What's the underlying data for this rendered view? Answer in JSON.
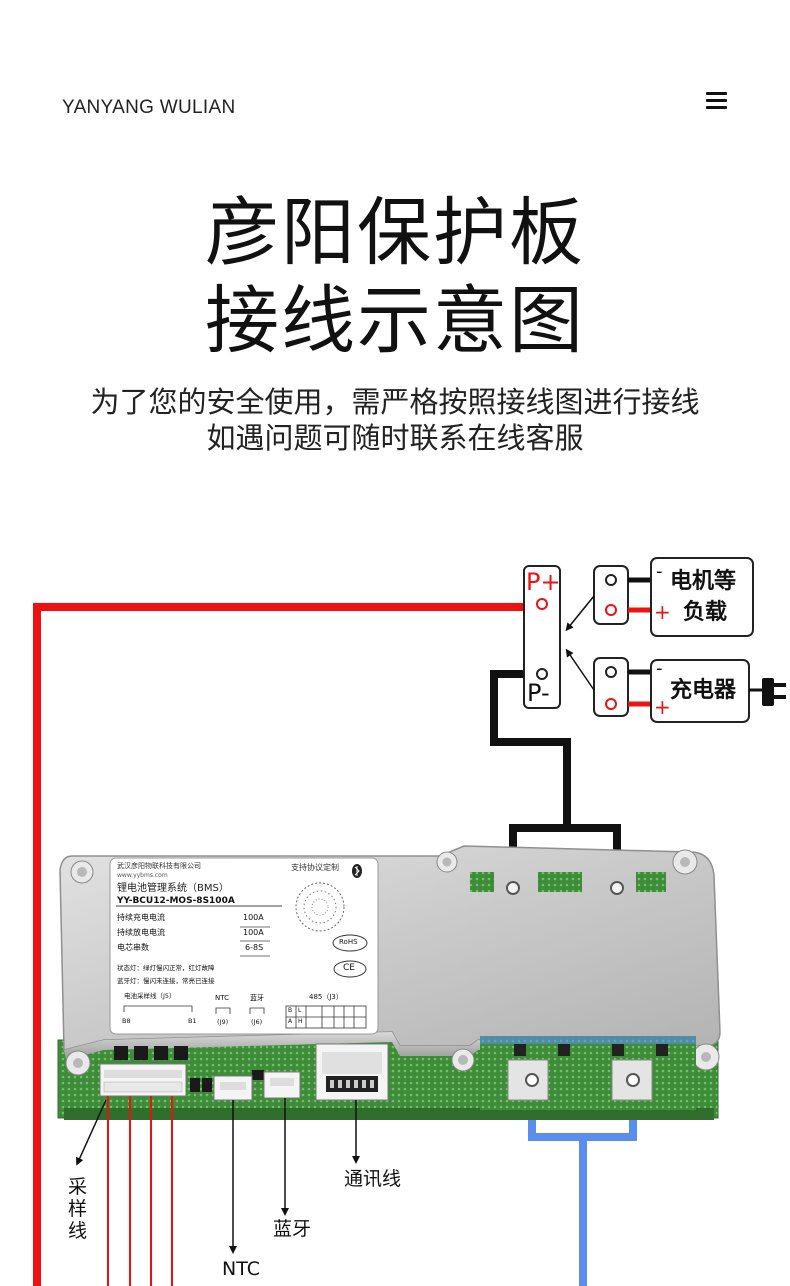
{
  "header": {
    "brand": "YANYANG WULIAN",
    "menu_icon": "hamburger-menu-icon"
  },
  "hero": {
    "title_line1": "彦阳保护板",
    "title_line2": "接线示意图",
    "subtitle_line1": "为了您的安全使用，需严格按照接线图进行接线",
    "subtitle_line2": "如遇问题可随时联系在线客服"
  },
  "terminals": {
    "p_plus": "P+",
    "p_minus": "P-"
  },
  "load": {
    "minus": "-",
    "plus": "+",
    "label_line1": "电机等",
    "label_line2": "负载"
  },
  "charger": {
    "minus": "-",
    "plus": "+",
    "label": "充电器"
  },
  "board": {
    "company": "武汉彦阳物联科技有限公司",
    "website": "www.yybms.com",
    "system": "锂电池管理系统（BMS）",
    "model": "YY-BCU12-MOS-8S100A",
    "protocol": "支持协议定制",
    "spec_rows": [
      {
        "label": "持续充电电流",
        "value": "100A"
      },
      {
        "label": "持续放电电流",
        "value": "100A"
      },
      {
        "label": "电芯串数",
        "value": "6-8S"
      }
    ],
    "status_line1": "状态灯：绿灯慢闪正常，红灯故障",
    "status_line2": "蓝牙灯：慢闪未连接，常亮已连接",
    "rohs": "RoHS",
    "ce": "CE",
    "j5": "电池采样线（J5）",
    "b8": "B8",
    "b1": "B1",
    "ntc": "NTC",
    "j9": "(J9)",
    "bt": "蓝牙",
    "j6": "(J6)",
    "rs485": "485（J3）",
    "pin_b": "B",
    "pin_l": "L",
    "pin_a": "A",
    "pin_h": "H"
  },
  "callouts": {
    "sampling": "采样线",
    "comm": "通讯线",
    "bluetooth": "蓝牙",
    "ntc": "NTC"
  },
  "colors": {
    "positive_wire": "#ee1111",
    "negative_wire": "#111111",
    "battery_minus_wire": "#5b8def",
    "pcb_green": "#3f8f3a",
    "plate_silver": "#c8c8c8"
  }
}
